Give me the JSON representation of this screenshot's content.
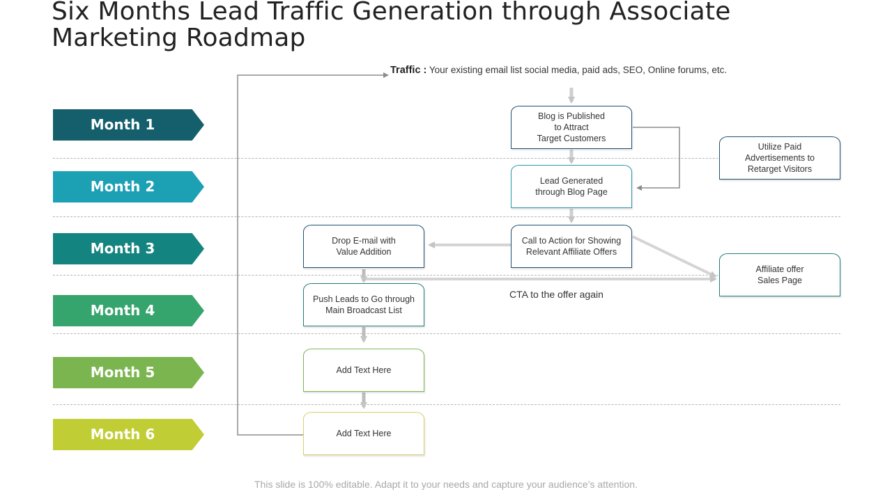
{
  "title": "Six Months Lead Traffic Generation through Associate Marketing Roadmap",
  "traffic": {
    "label": "Traffic :",
    "text": "Your existing email list social media, paid ads, SEO, Online forums, etc."
  },
  "months": [
    {
      "label": "Month 1",
      "color": "#145f6b"
    },
    {
      "label": "Month 2",
      "color": "#1ba0b4"
    },
    {
      "label": "Month 3",
      "color": "#148480"
    },
    {
      "label": "Month 4",
      "color": "#36a46d"
    },
    {
      "label": "Month 5",
      "color": "#7bb54f"
    },
    {
      "label": "Month 6",
      "color": "#c1cd34"
    }
  ],
  "boxes": {
    "blog_published": "Blog is Published\nto Attract\nTarget Customers",
    "lead_generated": "Lead Generated\nthrough Blog Page",
    "call_to_action": "Call to Action for Showing\nRelevant  Affiliate Offers",
    "drop_email": "Drop E-mail with\nValue Addition",
    "push_leads": "Push Leads to Go through\nMain Broadcast List",
    "add_text_1": "Add Text Here",
    "add_text_2": "Add Text Here",
    "paid_ads": "Utilize Paid\nAdvertisements to\nRetarget Visitors",
    "affiliate_offer": "Affiliate offer\nSales Page"
  },
  "cta_label": "CTA to the offer again",
  "footer": "This slide is 100% editable. Adapt it to your needs and capture your audience’s attention."
}
